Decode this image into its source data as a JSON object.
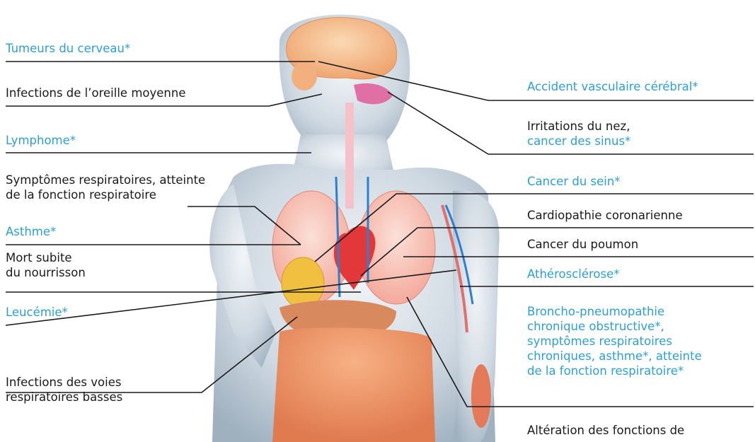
{
  "labels_left": [
    {
      "id": "tumeurs",
      "lines": [
        "Tumeurs du cerveau*"
      ],
      "color": "#2d9fd6"
    },
    {
      "id": "oreille",
      "lines": [
        "Infections de l’oreille moyenne"
      ],
      "color": "#1a1a1a"
    },
    {
      "id": "lymphome",
      "lines": [
        "Lymphome*"
      ],
      "color": "#2d9fd6"
    },
    {
      "id": "resp",
      "lines": [
        "Symptômes respiratoires, atteinte",
        "de la fonction respiratoire"
      ],
      "color": "#1a1a1a"
    },
    {
      "id": "asthme",
      "lines": [
        "Asthme*"
      ],
      "color": "#2d9fd6"
    },
    {
      "id": "mort",
      "lines": [
        "Mort subite",
        "du nourrisson"
      ],
      "color": "#1a1a1a"
    },
    {
      "id": "leucemie",
      "lines": [
        "Leucémie*"
      ],
      "color": "#2d9fd6"
    },
    {
      "id": "voies",
      "lines": [
        "Infections des voies",
        "respiratoires basses"
      ],
      "color": "#1a1a1a"
    }
  ],
  "labels_right": [
    {
      "id": "avc",
      "lines": [
        "Accident vasculaire cérébral*"
      ],
      "color": "#2d9fd6"
    },
    {
      "id": "nez",
      "lines": [
        "Irritations du nez,",
        "cancer des sinus*"
      ],
      "colors": [
        "#1a1a1a",
        "#2d9fd6"
      ]
    },
    {
      "id": "sein",
      "lines": [
        "Cancer du sein*"
      ],
      "color": "#2d9fd6"
    },
    {
      "id": "cardio",
      "lines": [
        "Cardiopathie coronarienne"
      ],
      "color": "#1a1a1a"
    },
    {
      "id": "poumon",
      "lines": [
        "Cancer du poumon"
      ],
      "color": "#1a1a1a"
    },
    {
      "id": "athero",
      "lines": [
        "Athérosclérose*"
      ],
      "color": "#2d9fd6"
    },
    {
      "id": "bpco",
      "lines": [
        "Broncho-pneumopathie",
        "chronique obstructive*,",
        "symptômes respiratoires",
        "chroniques, asthme*, atteinte",
        "de la fonction respiratoire*"
      ],
      "color": "#2d9fd6"
    },
    {
      "id": "alteration",
      "lines": [
        "Altération des fonctions de"
      ],
      "color": "#1a1a1a"
    }
  ],
  "colors": {
    "label_blue": "#2d9fd6",
    "label_black": "#1a1a1a",
    "skin": "#c9d4de",
    "organ": "#ec8f6a",
    "lung": "#f5b3a6",
    "liver": "#c77b52"
  }
}
